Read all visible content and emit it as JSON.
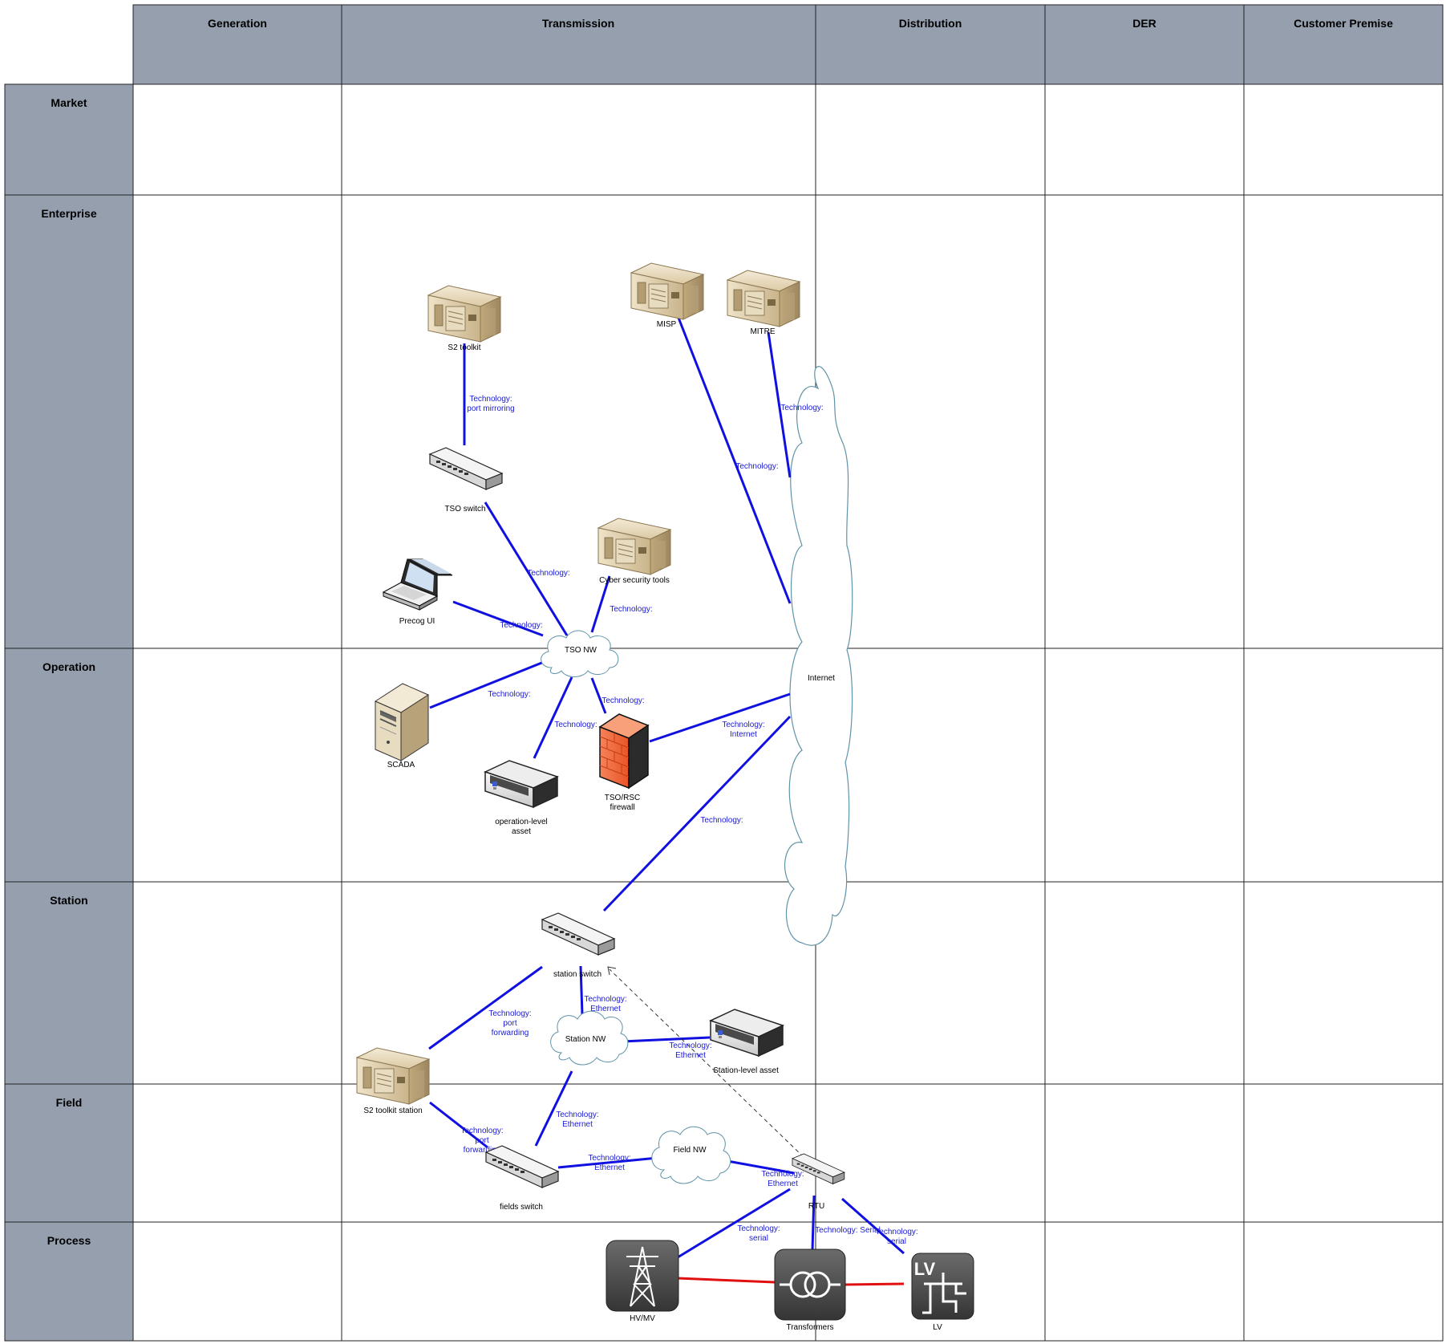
{
  "columns": [
    "Generation",
    "Transmission",
    "Distribution",
    "DER",
    "Customer Premise"
  ],
  "rows": [
    "Market",
    "Enterprise",
    "Operation",
    "Station",
    "Field",
    "Process"
  ],
  "nodes": {
    "s2_toolkit": "S2 toolkit",
    "misp": "MISP",
    "mitre": "MITRE",
    "tso_switch": "TSO switch",
    "cyber_tools": "Cyber security tools",
    "precog_ui": "Precog UI",
    "tso_nw": "TSO NW",
    "internet": "Internet",
    "scada": "SCADA",
    "tso_firewall_1": "TSO/RSC",
    "tso_firewall_2": "firewall",
    "op_asset_1": "operation-level",
    "op_asset_2": "asset",
    "station_switch": "station switch",
    "station_nw": "Station NW",
    "station_asset": "Station-level asset",
    "s2_station": "S2 toolkit station",
    "fields_switch": "fields switch",
    "field_nw": "Field NW",
    "rtu": "RTU",
    "hvmv": "HV/MV",
    "transformers": "Transformers",
    "lv": "LV",
    "lv_icon_text": "LV"
  },
  "links": {
    "t_port_mirroring": [
      "Technology:",
      "port mirroring"
    ],
    "t_mitre": "Technology:",
    "t_misp": "Technology:",
    "t_tso_switch": "Technology:",
    "t_cyber": "Technology:",
    "t_precog": "Technology:",
    "t_scada": "Technology:",
    "t_firewall": "Technology:",
    "t_op_asset": "Technology:",
    "t_fw_internet": [
      "Technology:",
      "Internet"
    ],
    "t_station_internet": "Technology:",
    "t_station_nw": [
      "Technology:",
      "Ethernet"
    ],
    "t_port_fwd_1": [
      "Technology:",
      "port",
      "forwarding"
    ],
    "t_station_asset": [
      "Technology:",
      "Ethernet"
    ],
    "t_fields_station": [
      "Technology:",
      "Ethernet"
    ],
    "t_port_fwd_2": [
      "Technology:",
      "port",
      "forwarding"
    ],
    "t_fields_fieldnw": [
      "Technology:",
      "Ethernet"
    ],
    "t_fieldnw_rtu": [
      "Technology:",
      "Ethernet"
    ],
    "t_rtu_hvmv": [
      "Technology:",
      "serial"
    ],
    "t_rtu_transformers": "Technology: Serial",
    "t_rtu_lv": [
      "Technology:",
      "serial"
    ]
  },
  "colors": {
    "header_fill": "#959fae",
    "link": "#1010e0",
    "power_link": "#e01010",
    "tech_text": "#1a1ad6",
    "server_tan": "#d8c7a4",
    "firewall": "#f26a3b",
    "cloud_stroke": "#5f93a8",
    "process_icon": "#4a4a4a"
  }
}
